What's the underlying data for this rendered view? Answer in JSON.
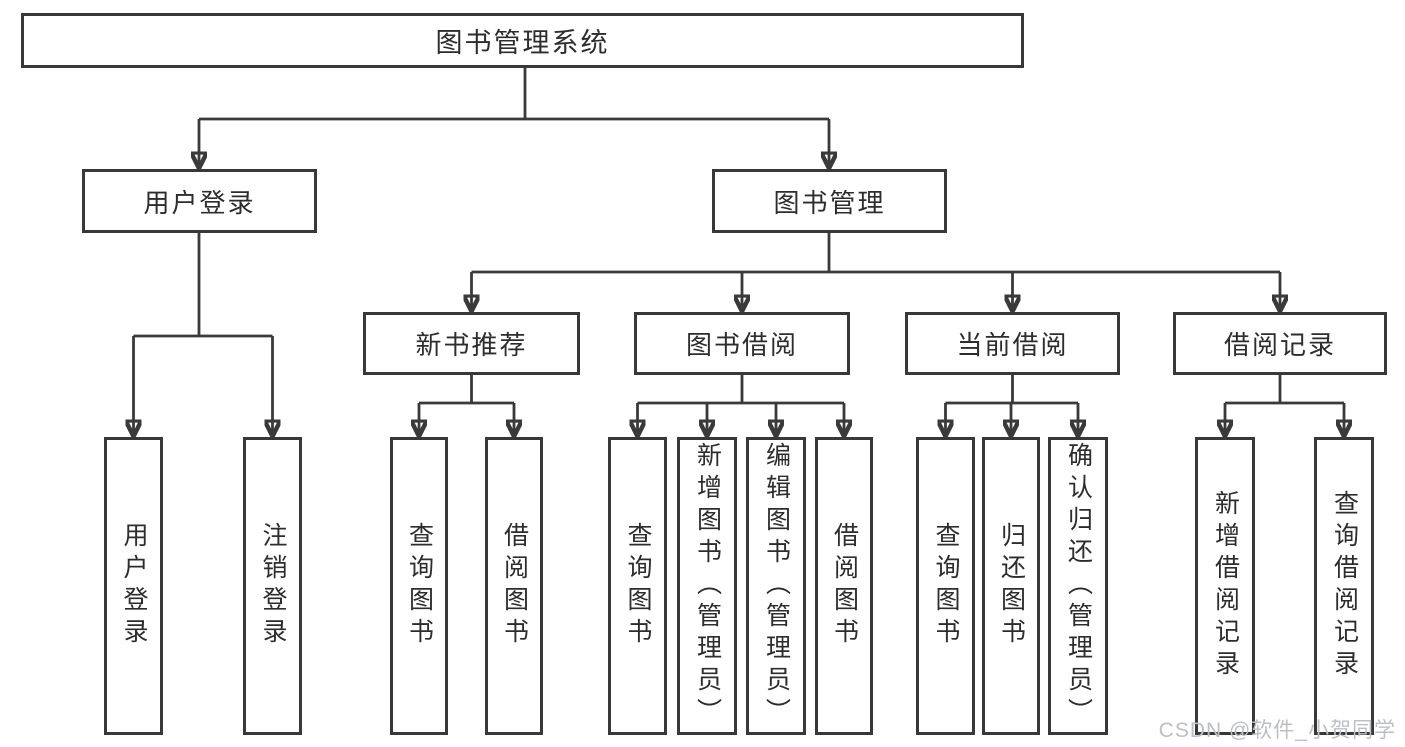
{
  "diagram": {
    "root": {
      "label": "图书管理系统"
    },
    "branches": [
      {
        "label": "用户登录",
        "children": [
          {
            "label": "用户登录"
          },
          {
            "label": "注销登录"
          }
        ]
      },
      {
        "label": "图书管理",
        "children": [
          {
            "label": "新书推荐",
            "children": [
              {
                "label": "查询图书"
              },
              {
                "label": "借阅图书"
              }
            ]
          },
          {
            "label": "图书借阅",
            "children": [
              {
                "label": "查询图书"
              },
              {
                "label": "新增图书（管理员）"
              },
              {
                "label": "编辑图书（管理员）"
              },
              {
                "label": "借阅图书"
              }
            ]
          },
          {
            "label": "当前借阅",
            "children": [
              {
                "label": "查询图书"
              },
              {
                "label": "归还图书"
              },
              {
                "label": "确认归还（管理员）"
              }
            ]
          },
          {
            "label": "借阅记录",
            "children": [
              {
                "label": "新增借阅记录"
              },
              {
                "label": "查询借阅记录"
              }
            ]
          }
        ]
      }
    ]
  },
  "watermark": {
    "text": "CSDN @软件_小贺同学"
  },
  "colors": {
    "line": "#3a3a3a",
    "box_border": "#383838",
    "box_fill": "#ffffff",
    "text": "#2d2d2d",
    "watermark": "#bcc0c5",
    "background": "#ffffff"
  }
}
